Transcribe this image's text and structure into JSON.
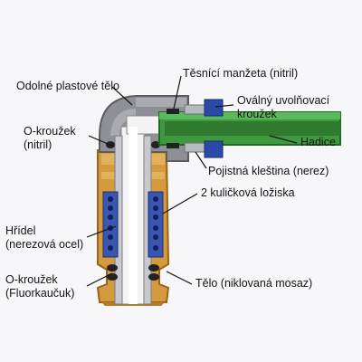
{
  "labels": {
    "plastic_body": "Odolné plastové tělo",
    "seal": "Těsnící manžeta (nitril)",
    "release_ring_line1": "Oválný uvolňovací",
    "release_ring_line2": "kroužek",
    "o_ring_top_line1": "O-kroužek",
    "o_ring_top_line2": "(nitril)",
    "hose": "Hadice",
    "collet": "Pojistná kleština (nerez)",
    "bearings": "2 kuličková ložiska",
    "shaft_line1": "Hřídel",
    "shaft_line2": "(nerezová ocel)",
    "o_ring_bottom_line1": "O-kroužek",
    "o_ring_bottom_line2": "(Fluorkaučuk)",
    "body": "Tělo (niklovaná mosaz)"
  },
  "colors": {
    "brass": "#d39b3e",
    "brass_dark": "#9a6418",
    "plastic": "#8e9096",
    "plastic_dark": "#5b5d63",
    "hose": "#3f9a3f",
    "release_ring": "#2b4aa8",
    "bearing_balls": "#2a44a0",
    "background": "#f7f7f9"
  }
}
